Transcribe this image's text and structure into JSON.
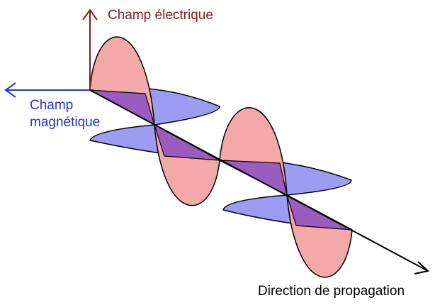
{
  "labels": {
    "electric_field": "Champ électrique",
    "magnetic_field_line1": "Champ",
    "magnetic_field_line2": "magnétique",
    "propagation_direction": "Direction de propagation"
  },
  "colors": {
    "electric_axis": "#8b1a1a",
    "electric_fill": "#f4a9a9",
    "magnetic_axis": "#2233dd",
    "magnetic_fill": "#9b9cf2",
    "overlap_fill": "#8a4fc2",
    "propagation_axis": "#000000"
  }
}
